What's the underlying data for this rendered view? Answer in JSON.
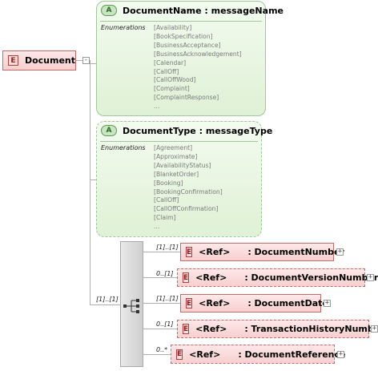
{
  "root": {
    "badge": "E",
    "name": "Document"
  },
  "attributes": [
    {
      "badge": "A",
      "title": "DocumentName : messageName",
      "enum_label": "Enumerations",
      "values": [
        "[Availability]",
        "[BookSpecification]",
        "[BusinessAcceptance]",
        "[BusinessAcknowledgement]",
        "[Calendar]",
        "[CallOff]",
        "[CallOffWood]",
        "[Complaint]",
        "[ComplaintResponse]",
        "..."
      ]
    },
    {
      "badge": "A",
      "title": "DocumentType : messageType",
      "enum_label": "Enumerations",
      "values": [
        "[Agreement]",
        "[Approximate]",
        "[AvailabilityStatus]",
        "[BlanketOrder]",
        "[Booking]",
        "[BookingConfirmation]",
        "[CallOff]",
        "[CallOffConfirmation]",
        "[Claim]",
        "..."
      ]
    }
  ],
  "sequence": {
    "cardinality": "[1]..[1]"
  },
  "children": [
    {
      "badge": "E",
      "ref": "<Ref>",
      "name": ": DocumentNumber",
      "cardinality": "[1]..[1]",
      "optional": false
    },
    {
      "badge": "E",
      "ref": "<Ref>",
      "name": ": DocumentVersionNumber",
      "cardinality": "0..[1]",
      "optional": true
    },
    {
      "badge": "E",
      "ref": "<Ref>",
      "name": ": DocumentDate",
      "cardinality": "[1]..[1]",
      "optional": false
    },
    {
      "badge": "E",
      "ref": "<Ref>",
      "name": ": TransactionHistoryNumber",
      "cardinality": "0..[1]",
      "optional": true
    },
    {
      "badge": "E",
      "ref": "<Ref>",
      "name": ": DocumentReference",
      "cardinality": "0..*",
      "optional": true
    }
  ]
}
